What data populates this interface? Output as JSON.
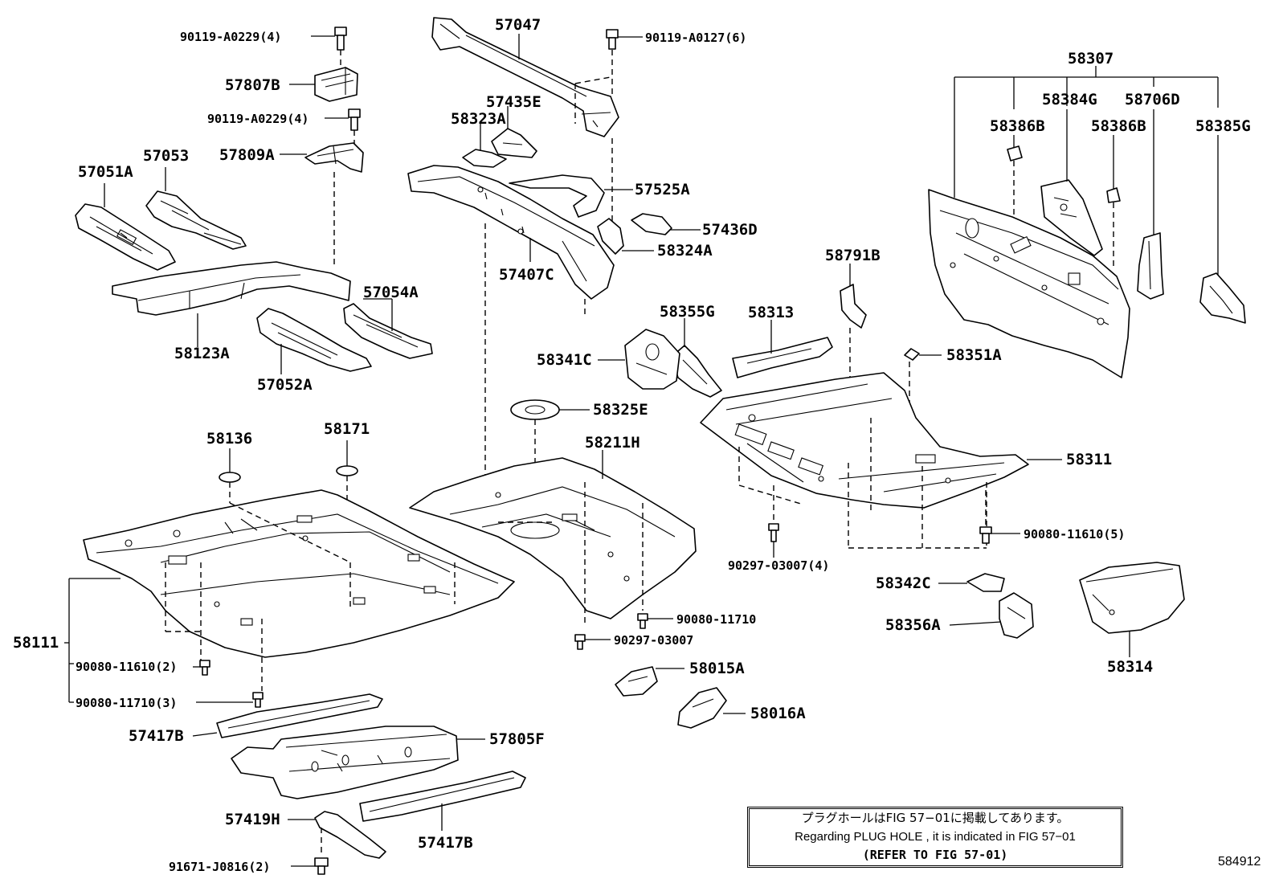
{
  "labels": {
    "p57047": "57047",
    "p90119_a0127": "90119-A0127(6)",
    "p90119_a0229_top": "90119-A0229(4)",
    "p90119_a0229_mid": "90119-A0229(4)",
    "p57807b": "57807B",
    "p57809a": "57809A",
    "p57053": "57053",
    "p57051a": "57051A",
    "p58123a": "58123A",
    "p57054a": "57054A",
    "p57052a": "57052A",
    "p57435e": "57435E",
    "p58323a": "58323A",
    "p57525a": "57525A",
    "p57436d": "57436D",
    "p58324a": "58324A",
    "p57407c": "57407C",
    "p58307": "58307",
    "p58384g": "58384G",
    "p58706d": "58706D",
    "p58386b_left": "58386B",
    "p58386b_right": "58386B",
    "p58385g": "58385G",
    "p58791b": "58791B",
    "p58355g": "58355G",
    "p58313": "58313",
    "p58341c": "58341C",
    "p58351a": "58351A",
    "p58325e": "58325E",
    "p58211h": "58211H",
    "p58311": "58311",
    "p90080_11610_5": "90080-11610(5)",
    "p90297_03007_4": "90297-03007(4)",
    "p58342c": "58342C",
    "p58356a": "58356A",
    "p58314": "58314",
    "p58136": "58136",
    "p58171": "58171",
    "p58111": "58111",
    "p90080_11610_2": "90080-11610(2)",
    "p90080_11710_3": "90080-11710(3)",
    "p90080_11710": "90080-11710",
    "p90297_03007": "90297-03007",
    "p58015a": "58015A",
    "p58016a": "58016A",
    "p57417b_top": "57417B",
    "p57805f": "57805F",
    "p57419h": "57419H",
    "p57417b_bottom": "57417B",
    "p91671_j0816": "91671-J0816(2)"
  },
  "note": {
    "line_jp": "プラグホールはFIG 57−01に掲載してあります。",
    "line_en": "Regarding PLUG HOLE , it is indicated in FIG 57−01",
    "line_ref": "(REFER TO FIG 57-01)"
  },
  "figure_id": "584912"
}
